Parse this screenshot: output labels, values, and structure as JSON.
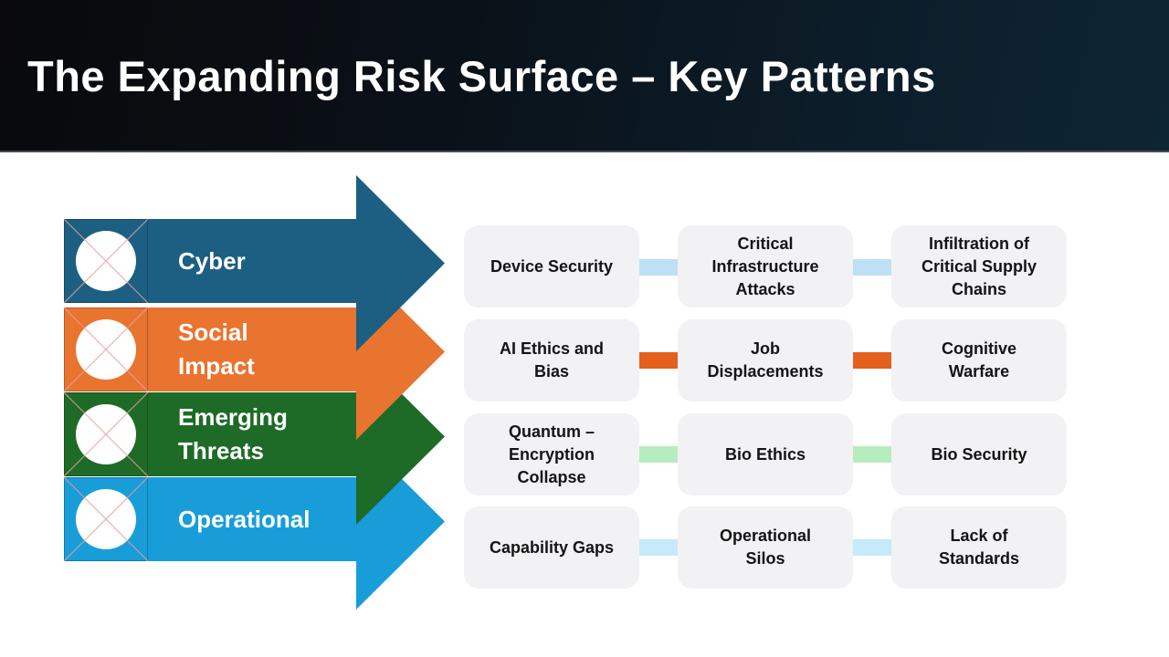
{
  "slide": {
    "title": "The Expanding Risk Surface – Key Patterns"
  },
  "colors": {
    "header_left": "#09090b",
    "header_right": "#0e2533",
    "box_fill": "#f2f1f3",
    "box_text": "#141414"
  },
  "arrows": [
    {
      "label": "Cyber",
      "color": "#1d5f82"
    },
    {
      "label": "Social\nImpact",
      "color": "#e9742f"
    },
    {
      "label": "Emerging\nThreats",
      "color": "#1e6b27"
    },
    {
      "label": "Operational",
      "color": "#189dd9"
    }
  ],
  "rows": [
    {
      "category": "Cyber",
      "connector_color": "#bee0f5",
      "items": [
        "Device Security",
        "Critical\nInfrastructure\nAttacks",
        "Infiltration of\nCritical Supply\nChains"
      ]
    },
    {
      "category": "Social Impact",
      "connector_color": "#e3611c",
      "items": [
        "AI Ethics and\nBias",
        "Job\nDisplacements",
        "Cognitive\nWarfare"
      ]
    },
    {
      "category": "Emerging Threats",
      "connector_color": "#b7ecbf",
      "items": [
        "Quantum –\nEncryption\nCollapse",
        "Bio Ethics",
        "Bio Security"
      ]
    },
    {
      "category": "Operational",
      "connector_color": "#c6e9fb",
      "items": [
        "Capability Gaps",
        "Operational\nSilos",
        "Lack of\nStandards"
      ]
    }
  ]
}
